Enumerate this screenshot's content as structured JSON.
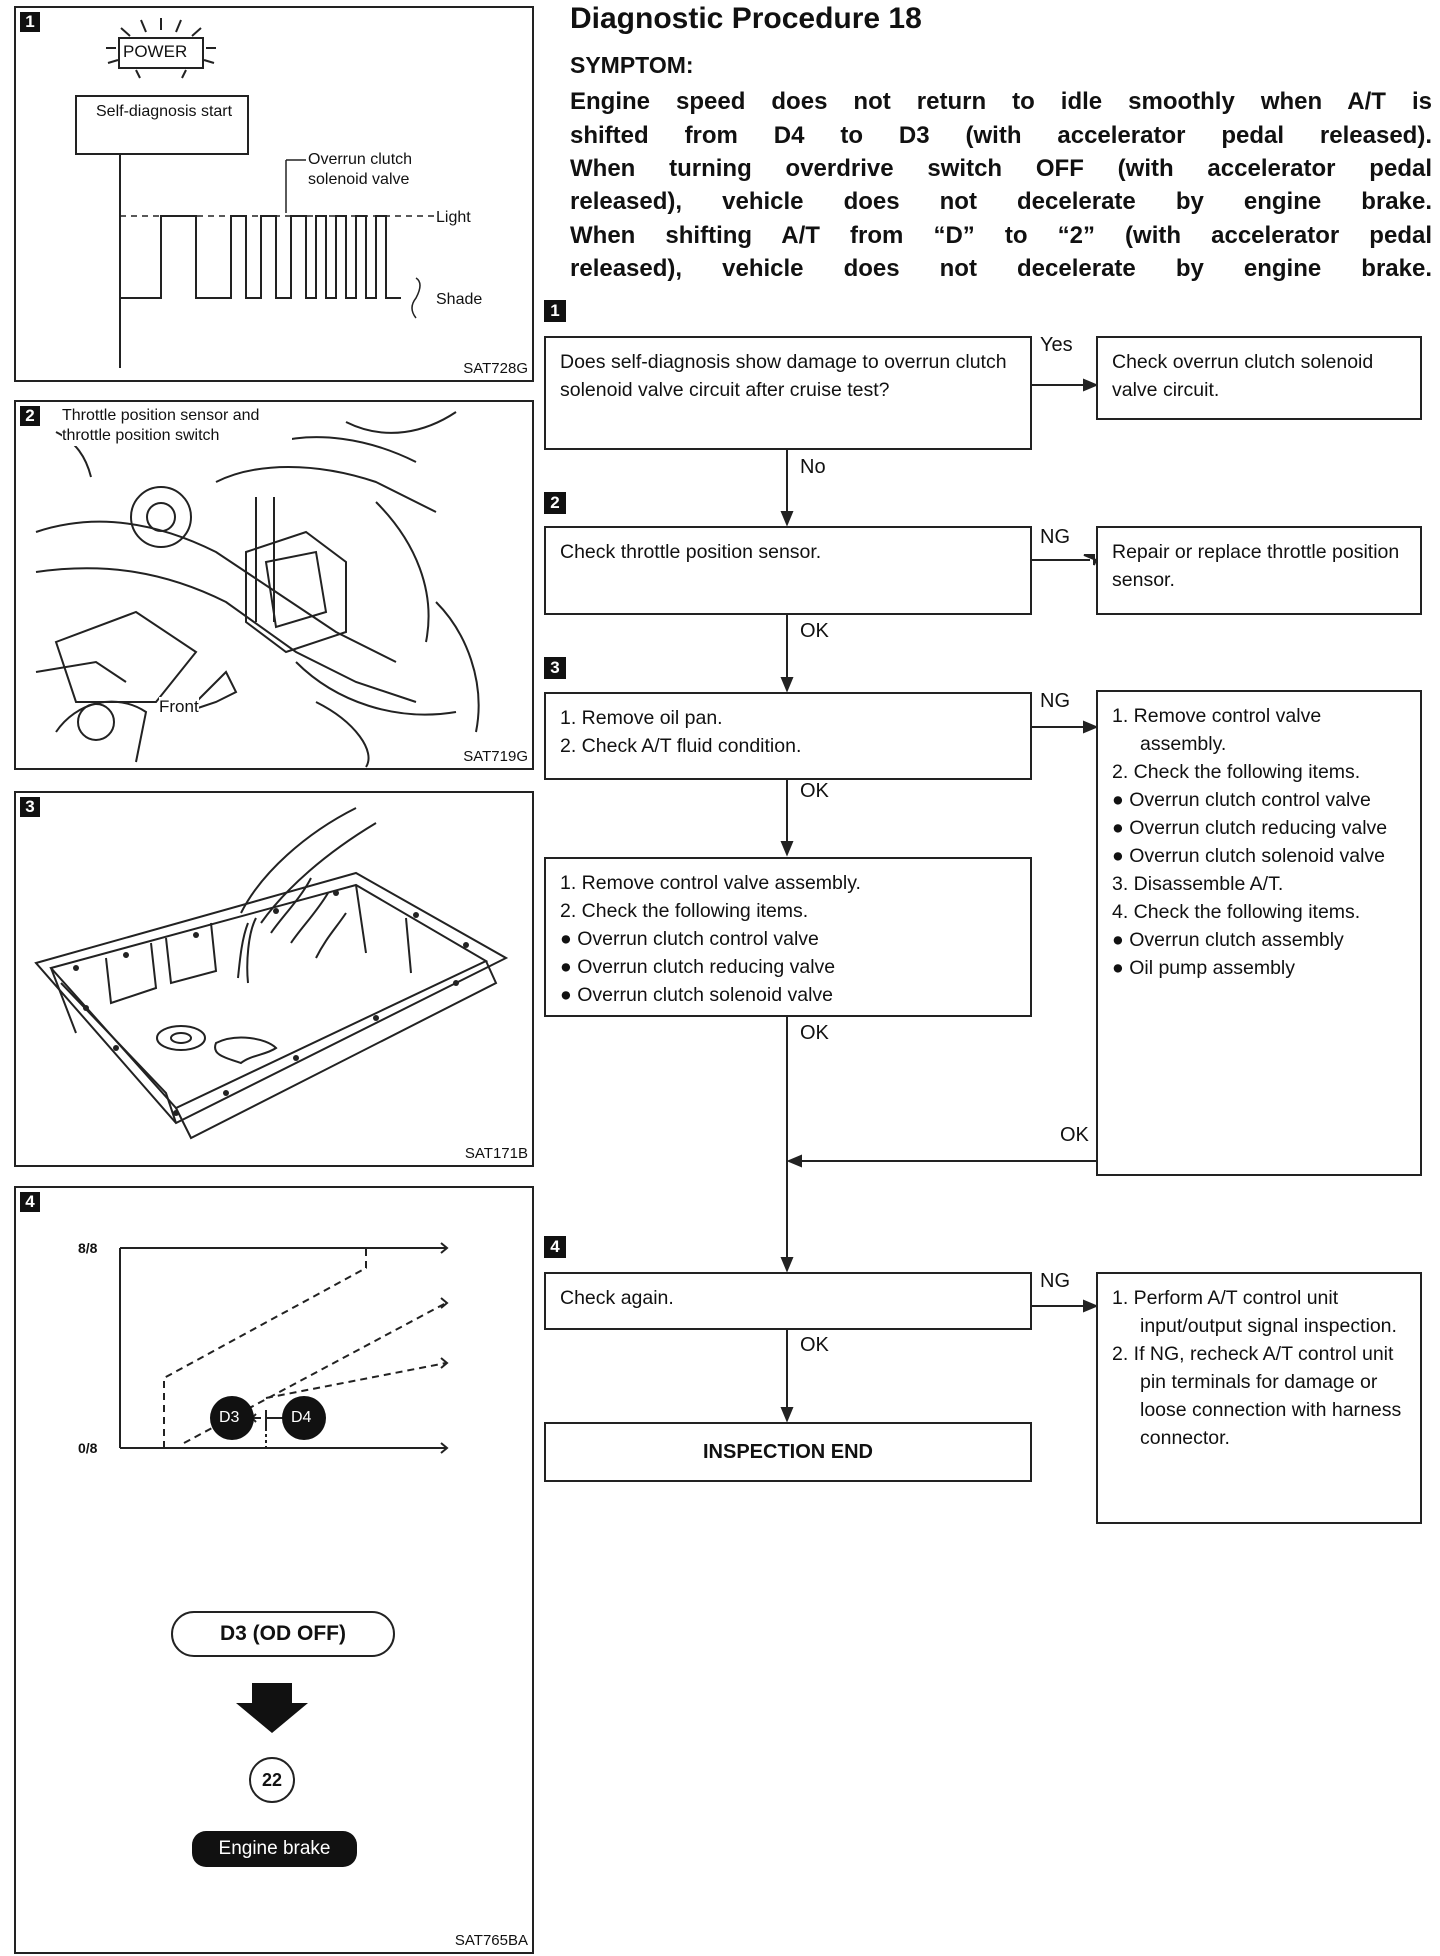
{
  "title": "Diagnostic Procedure 18",
  "symptom": {
    "label": "SYMPTOM:",
    "lines": [
      "Engine speed does not return to idle smoothly when A/T is",
      "shifted from D4 to D3 (with accelerator pedal released).",
      "When turning overdrive switch OFF (with accelerator pedal",
      "released), vehicle does not decelerate by engine brake.",
      "When shifting A/T from “D” to “2” (with accelerator pedal",
      "released), vehicle does not decelerate by engine brake."
    ]
  },
  "figures": {
    "fig1": {
      "badge": "1",
      "power": "POWER",
      "start": "Self-diagnosis start",
      "valve": "Overrun clutch solenoid valve",
      "light": "Light",
      "shade": "Shade",
      "code": "SAT728G"
    },
    "fig2": {
      "badge": "2",
      "label": "Throttle position sensor and throttle position switch",
      "front": "Front",
      "code": "SAT719G"
    },
    "fig3": {
      "badge": "3",
      "code": "SAT171B"
    },
    "fig4": {
      "badge": "4",
      "top": "8/8",
      "bottom": "0/8",
      "d3": "D3",
      "d4": "D4",
      "mode": "D3 (OD OFF)",
      "gear": "22",
      "brake": "Engine brake",
      "code": "SAT765BA"
    }
  },
  "flow": {
    "step1": {
      "badge": "1",
      "text": "Does self-diagnosis show damage to overrun clutch solenoid valve circuit after cruise test?"
    },
    "step1_yes": {
      "label": "Yes",
      "text": "Check overrun clutch solenoid valve circuit."
    },
    "step1_no": "No",
    "step2": {
      "badge": "2",
      "text": "Check throttle position sensor."
    },
    "step2_ng": {
      "label": "NG",
      "text": "Repair or replace throttle position sensor."
    },
    "step2_ok": "OK",
    "step3": {
      "badge": "3",
      "items": [
        "1. Remove oil pan.",
        "2. Check A/T fluid condition."
      ]
    },
    "step3_ok": "OK",
    "step3_ng": {
      "label": "NG",
      "items": [
        "1. Remove control valve assembly.",
        "2. Check the following items.",
        "● Overrun clutch control valve",
        "● Overrun clutch reducing valve",
        "● Overrun clutch solenoid valve",
        "3. Disassemble A/T.",
        "4. Check the following items.",
        "● Overrun clutch assembly",
        "● Oil pump assembly"
      ],
      "ok": "OK"
    },
    "step3b": {
      "items": [
        "1. Remove control valve assembly.",
        "2. Check the following items.",
        "● Overrun clutch control valve",
        "● Overrun clutch reducing valve",
        "● Overrun clutch solenoid valve"
      ]
    },
    "step3b_ok": "OK",
    "step4": {
      "badge": "4",
      "text": "Check again."
    },
    "step4_ok": "OK",
    "step4_ng": {
      "label": "NG",
      "items": [
        "1. Perform A/T control unit input/output signal inspection.",
        "2. If NG, recheck A/T control unit pin terminals for damage or loose connection with harness connector."
      ]
    },
    "end": "INSPECTION END"
  }
}
